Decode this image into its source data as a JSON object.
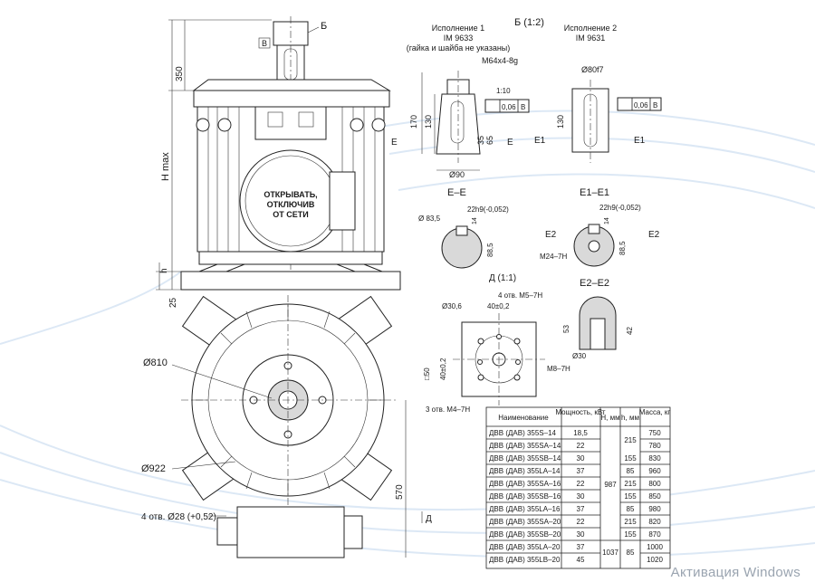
{
  "colors": {
    "background": "#ffffff",
    "swoosh": "#dce8f5",
    "ink": "#1a1a1a",
    "hatch": "#444444"
  },
  "front_view": {
    "warning_plate": [
      "ОТКРЫВАТЬ,",
      "ОТКЛЮЧИВ",
      "ОТ СЕТИ"
    ],
    "dim_h_max": "H max",
    "dim_350": "350",
    "dim_h": "h",
    "dim_25": "25",
    "callout_b": "Б",
    "callout_b_box": "B"
  },
  "plan_view": {
    "dim_810": "Ø810",
    "dim_922": "Ø922",
    "dim_570": "570",
    "holes": "4 отв. Ø28 (+0,52)",
    "section_d": "Д"
  },
  "detail_b": {
    "title": "Б (1:2)",
    "variant1_title": "Исполнение 1",
    "variant1_code": "IM 9633",
    "variant1_note": "(гайка и шайба не указаны)",
    "variant1_thread": "M64x4-8g",
    "variant1_taper": "1:10",
    "variant1_tol": "0,06",
    "variant1_base": "B",
    "variant1_dims": {
      "d170": "170",
      "d130": "130",
      "d65": "65",
      "d35": "35",
      "d90": "Ø90"
    },
    "variant2_title": "Исполнение 2",
    "variant2_code": "IM 9631",
    "variant2_dia": "Ø80f7",
    "variant2_tol": "0,06",
    "variant2_base": "B",
    "variant2_dim": "130",
    "sec_e": "E",
    "sec_e1": "E1"
  },
  "sections": {
    "ee_title": "E–E",
    "ee_key": "22h9(-0,052)",
    "ee_dia": "Ø 83,5",
    "ee_dim": "88,5",
    "ee_dim14": "14",
    "e1_title": "E1–E1",
    "e1_key": "22h9(-0,052)",
    "e1_thread": "M24–7H",
    "e1_dim": "88,5",
    "e1_dim14": "14",
    "e2_label": "E2",
    "e2_title": "E2–E2",
    "e2_dim53": "53",
    "e2_dim42": "42",
    "e2_dia": "Ø30"
  },
  "detail_d": {
    "title": "Д (1:1)",
    "holes_m5": "4 отв. M5–7H",
    "dia": "Ø30,6",
    "dim40": "40±0,2",
    "dim40v": "40±0,2",
    "square": "□50",
    "m8": "M8–7H",
    "holes_m4": "3 отв. M4–7H"
  },
  "table": {
    "headers": [
      "Наименование",
      "Мощность, кВт",
      "H, мм",
      "h, мм",
      "Масса, кг"
    ],
    "rows": [
      [
        "ДВВ (ДАВ) 355S–14",
        "18,5",
        "750"
      ],
      [
        "ДВВ (ДАВ) 355SA–14",
        "22",
        "780"
      ],
      [
        "ДВВ (ДАВ) 355SB–14",
        "30",
        "830"
      ],
      [
        "ДВВ (ДАВ) 355LA–14",
        "37",
        "960"
      ],
      [
        "ДВВ (ДАВ) 355SA–16",
        "22",
        "800"
      ],
      [
        "ДВВ (ДАВ) 355SB–16",
        "30",
        "850"
      ],
      [
        "ДВВ (ДАВ) 355LA–16",
        "37",
        "980"
      ],
      [
        "ДВВ (ДАВ) 355SA–20",
        "22",
        "820"
      ],
      [
        "ДВВ (ДАВ) 355SB–20",
        "30",
        "870"
      ],
      [
        "ДВВ (ДАВ) 355LA–20",
        "37",
        "1000"
      ],
      [
        "ДВВ (ДАВ) 355LB–20",
        "45",
        "1020"
      ]
    ],
    "H_values": [
      "987",
      "1037"
    ],
    "h_values": [
      "215",
      "155",
      "85",
      "215",
      "155",
      "85",
      "215",
      "155",
      "85"
    ]
  },
  "watermark": "Активация Windows"
}
